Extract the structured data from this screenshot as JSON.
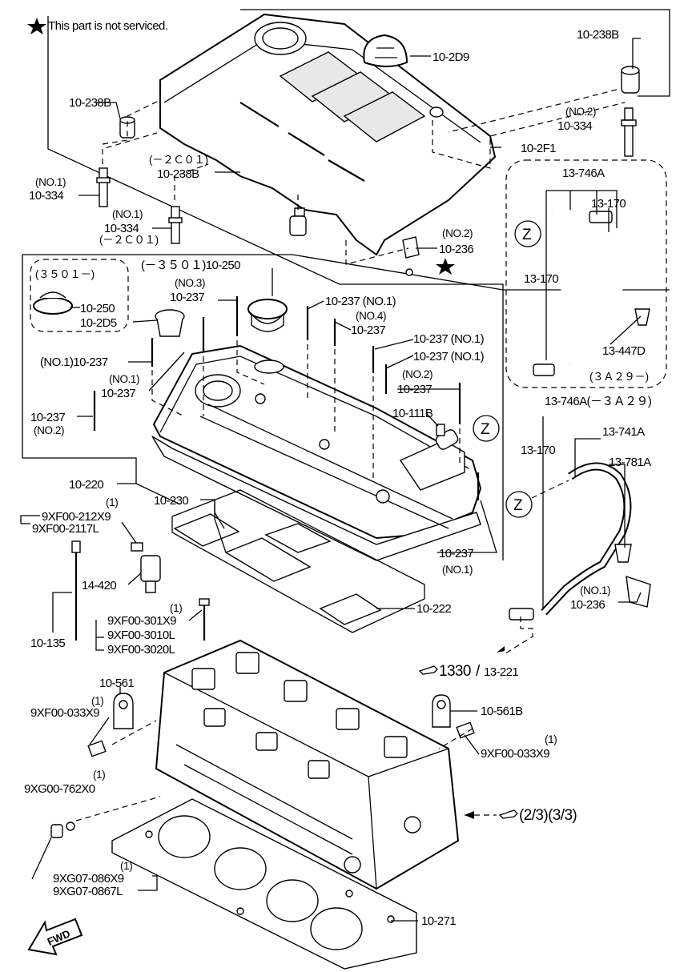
{
  "note": {
    "star_text": "This part is not serviced."
  },
  "labels": {
    "p10_238B_top": "10-238B",
    "p10_2D9": "10-2D9",
    "p10_238B_left": "10-238B",
    "no2_a": "(NO.2)",
    "p10_334_right": "10-334",
    "p10_2F1": "10-2F1",
    "p2C01_a": "(－２Ｃ０１)",
    "p10_238B_mid": "10-238B",
    "no1_a": "(NO.1)",
    "p10_334_left": "10-334",
    "no1_b": "(NO.1)",
    "p10_334_mid": "10-334",
    "p2C01_b": "(－２Ｃ０１)",
    "no2_b": "(NO.2)",
    "p10_236_top": "10-236",
    "p13_746A_top": "13-746A",
    "p13_170_a": "13-170",
    "p13_170_b": "13-170",
    "p13_447D": "13-447D",
    "p3A29_a": "(３Ａ２９－)",
    "p13_746A_b": "13-746A(－３Ａ２９)",
    "p13_170_c": "13-170",
    "p13_741A": "13-741A",
    "p13_781A": "13-781A",
    "no1_c": "(NO.1)",
    "p10_236_b": "10-236",
    "p3501_box": "(３５０１－)",
    "p10_250_box": "10-250",
    "p3501_top": "(－３５０１)10-250",
    "no3": "(NO.3)",
    "p10_237_a": "10-237",
    "p10_237_no1_a": "10-237 (NO.1)",
    "no4": "(NO.4)",
    "p10_237_b": "10-237",
    "p10_2D5": "10-2D5",
    "p10_237_no1_b": "10-237 (NO.1)",
    "p10_237_no1_c": "10-237 (NO.1)",
    "no1_p10_237": "(NO.1)10-237",
    "no1_d": "(NO.1)",
    "p10_237_c": "10-237",
    "no2_c": "(NO.2)",
    "p10_237_d": "10-237",
    "p10_237_e": "10-237",
    "no2_d": "(NO.2)",
    "p10_111B": "10-111B",
    "p10_220": "10-220",
    "p10_230": "10-230",
    "one_a": "(1)",
    "p9XF00_212X9": "9XF00-212X9",
    "p9XF00_2117L": "9XF00-2117L",
    "p10_237_f": "10-237",
    "no1_e": "(NO.1)",
    "p14_420": "14-420",
    "p10_222": "10-222",
    "one_b": "(1)",
    "p9XF00_301X9": "9XF00-301X9",
    "p9XF00_3010L": "9XF00-3010L",
    "p10_135": "10-135",
    "p9XF00_3020L": "9XF00-3020L",
    "ref_1330": "1330",
    "ref_13_221": "13-221",
    "p10_561": "10-561",
    "one_c": "(1)",
    "p9XF00_033X9_left": "9XF00-033X9",
    "p10_561B": "10-561B",
    "one_d": "(1)",
    "p9XF00_033X9_right": "9XF00-033X9",
    "one_e": "(1)",
    "p9XG00_762X0": "9XG00-762X0",
    "ref_23_33": "(2/3)(3/3)",
    "one_f": "(1)",
    "p9XG07_086X9": "9XG07-086X9",
    "p9XG07_0867L": "9XG07-0867L",
    "p10_271": "10-271",
    "z_1": "Z",
    "z_2": "Z",
    "z_3": "Z",
    "fwd": "FWD"
  }
}
